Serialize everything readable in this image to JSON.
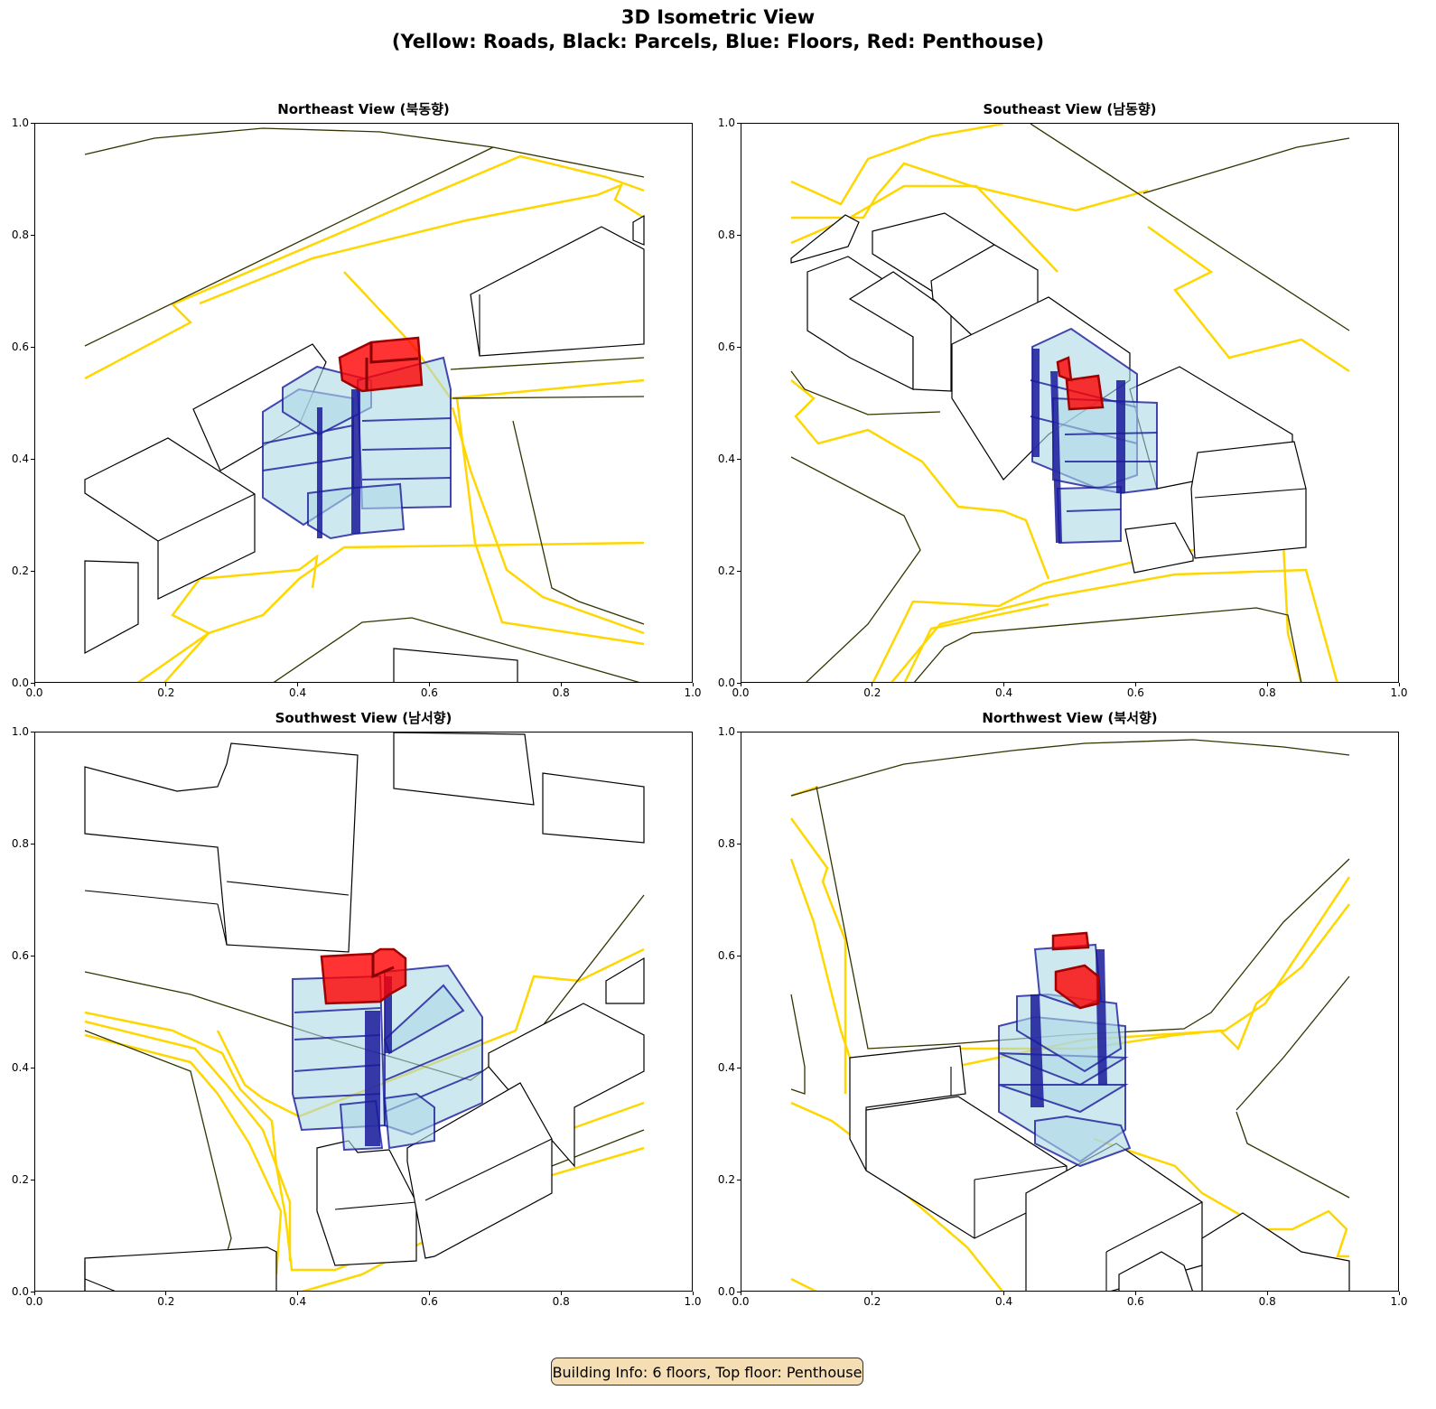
{
  "figure": {
    "title_line1": "3D Isometric View",
    "title_line2": "(Yellow: Roads, Black: Parcels, Blue: Floors, Red: Penthouse)"
  },
  "panels": [
    {
      "title": "Northeast View (북동향)"
    },
    {
      "title": "Southeast View (남동향)"
    },
    {
      "title": "Southwest View (남서향)"
    },
    {
      "title": "Northwest View (북서향)"
    }
  ],
  "axis_ticks": [
    "0.0",
    "0.2",
    "0.4",
    "0.6",
    "0.8",
    "1.0"
  ],
  "colors": {
    "road": "#FFD700",
    "parcel": "#333300",
    "floor_fill": "#ADD8E6",
    "floor_edge": "#1a1a9a",
    "penthouse": "#FF0000",
    "footer_bg": "#F5DEB3"
  },
  "footer": {
    "info": "Building Info: 6 floors, Top floor: Penthouse"
  }
}
